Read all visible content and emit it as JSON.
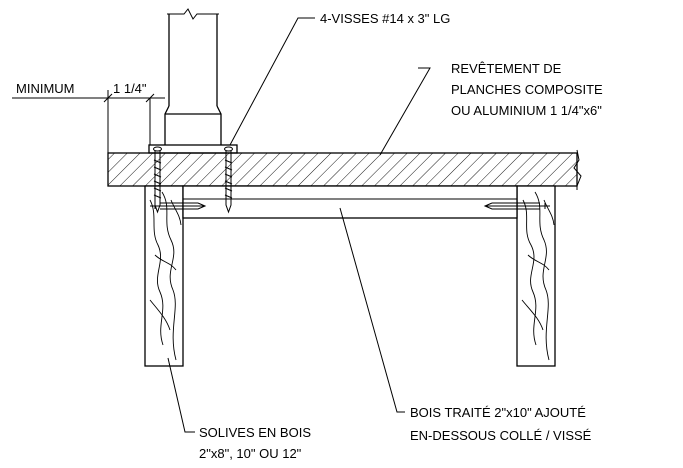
{
  "labels": {
    "screws": "4-VISSES #14 x 3\" LG",
    "decking": [
      "REVÊTEMENT DE",
      "PLANCHES COMPOSITE",
      "OU ALUMINIUM 1 1/4\"x6\""
    ],
    "minimum": "MINIMUM",
    "minimum_dim": "1 1/4\"",
    "joists": [
      "SOLIVES EN BOIS",
      "2\"x8\", 10\" OU 12\""
    ],
    "blocking": [
      "BOIS TRAITÉ 2\"x10\" AJOUTÉ",
      "EN-DESSOUS  COLLÉ / VISSÉ"
    ]
  }
}
